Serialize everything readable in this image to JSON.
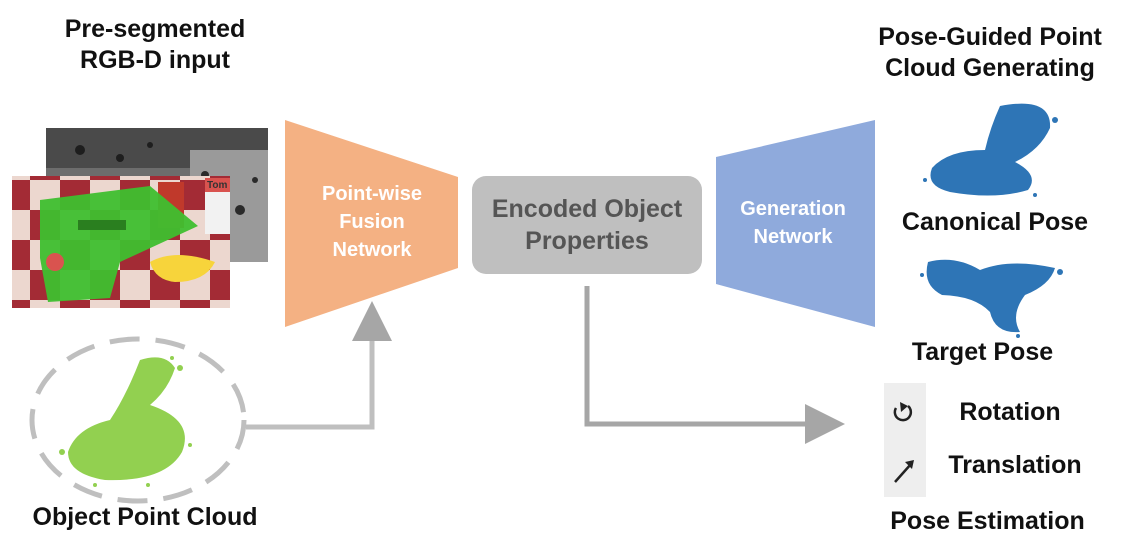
{
  "input": {
    "title_line1": "Pre-segmented",
    "title_line2": "RGB-D input",
    "depth_label": "Tom"
  },
  "point_cloud_label": "Object Point Cloud",
  "fusion": {
    "line1": "Point-wise",
    "line2": "Fusion",
    "line3": "Network",
    "color": "#f4b183"
  },
  "encoded": {
    "line1": "Encoded Object",
    "line2": "Properties",
    "color": "#bfbfbf"
  },
  "generation": {
    "line1": "Generation",
    "line2": "Network",
    "color": "#8faadc"
  },
  "output": {
    "title_line1": "Pose-Guided Point",
    "title_line2": "Cloud Generating",
    "canonical_label": "Canonical Pose",
    "target_label": "Target Pose",
    "cloud_color": "#2e75b6"
  },
  "pose": {
    "rotation": "Rotation",
    "translation": "Translation",
    "title": "Pose Estimation",
    "rotation_icon": "rotation-icon",
    "translation_icon": "translation-arrow-icon"
  },
  "colors": {
    "arrow": "#bfbfbf",
    "green_cloud": "#92d050",
    "dashed_circle": "#bfbfbf"
  }
}
